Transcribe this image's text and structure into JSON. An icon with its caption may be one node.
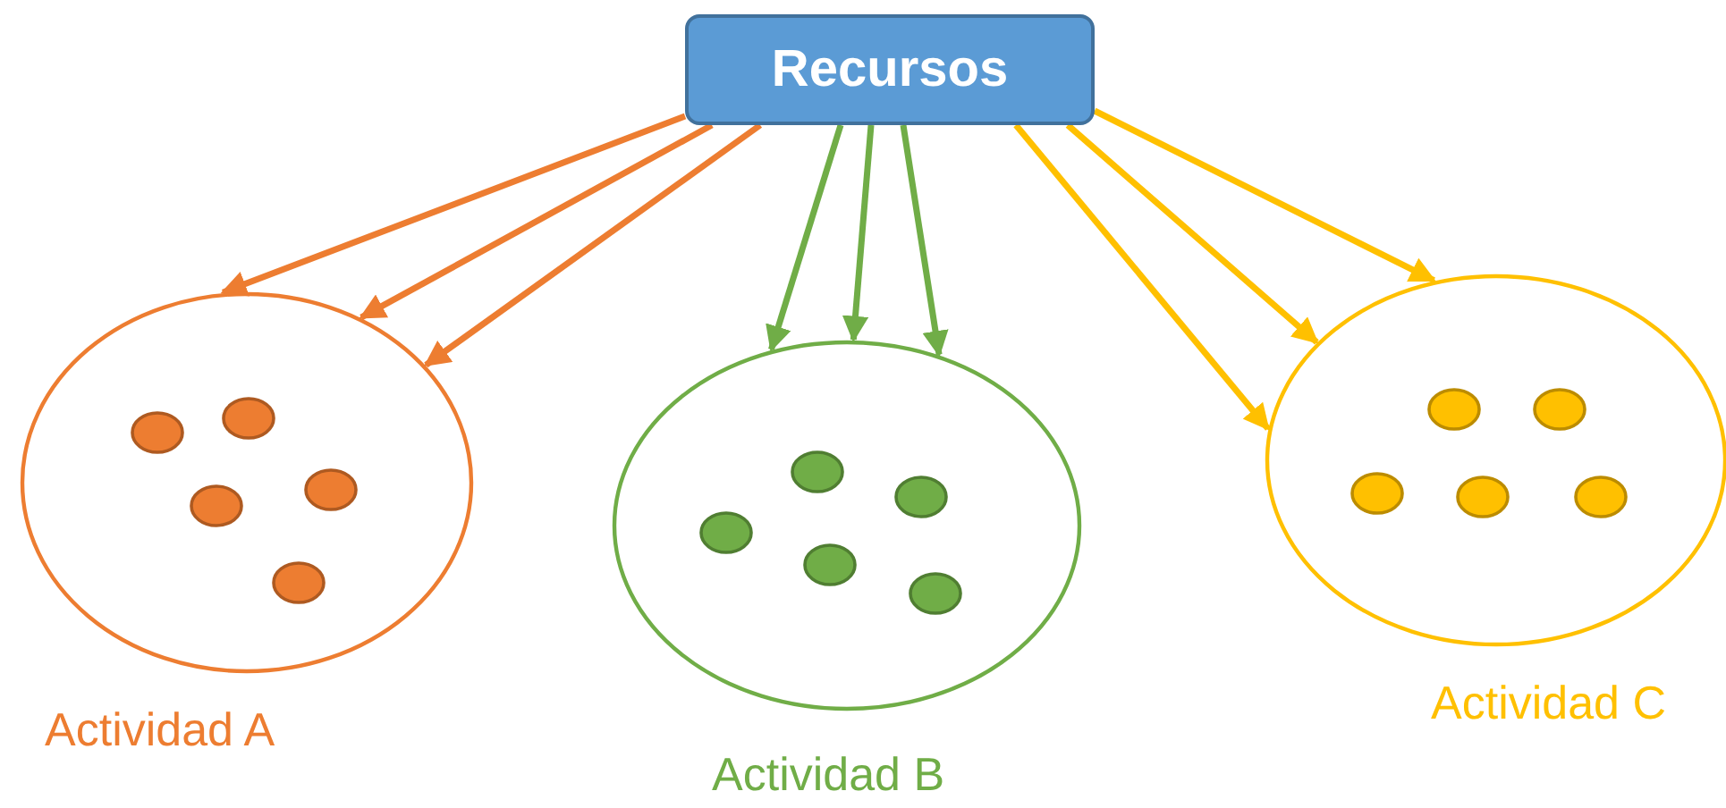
{
  "diagram": {
    "nodes": [
      {
        "text": [
          "Recursos"
        ]
      },
      {
        "text": [],
        "shape": "circle",
        "beside": [
          "Actividad A"
        ]
      },
      {
        "text": [],
        "shape": "circle",
        "beside": [
          "Actividad B"
        ]
      },
      {
        "text": [],
        "shape": "circle",
        "beside": [
          "Actividad C"
        ]
      }
    ],
    "edges": [
      {
        "from": 0,
        "to": 1,
        "arrow": "to",
        "color": "#ed7d31"
      },
      {
        "from": 0,
        "to": 1,
        "arrow": "to",
        "color": "#ed7d31"
      },
      {
        "from": 0,
        "to": 1,
        "arrow": "to",
        "color": "#ed7d31"
      },
      {
        "from": 0,
        "to": 2,
        "arrow": "to",
        "color": "#70ad47"
      },
      {
        "from": 0,
        "to": 2,
        "arrow": "to",
        "color": "#70ad47"
      },
      {
        "from": 0,
        "to": 2,
        "arrow": "to",
        "color": "#70ad47"
      },
      {
        "from": 0,
        "to": 3,
        "arrow": "to",
        "color": "#ffc000"
      },
      {
        "from": 0,
        "to": 3,
        "arrow": "to",
        "color": "#ffc000"
      },
      {
        "from": 0,
        "to": 3,
        "arrow": "to",
        "color": "#ffc000"
      }
    ]
  }
}
